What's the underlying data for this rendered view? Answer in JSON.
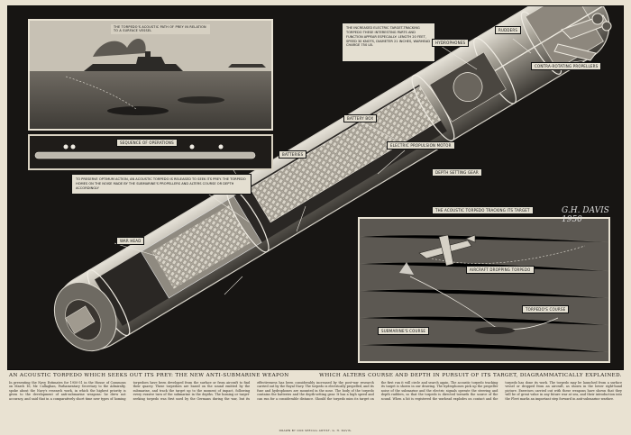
{
  "title_left": "AN ACOUSTIC TORPEDO WHICH SEEKS OUT ITS PREY: THE NEW ANTI-SUBMARINE WEAPON",
  "title_right": "WHICH ALTERS COURSE AND DEPTH IN PURSUIT OF ITS TARGET, DIAGRAMMATICALLY EXPLAINED.",
  "credit": "DRAWN BY OUR SPECIAL ARTIST, G. H. DAVIS.",
  "signature": "G.H. DAVIS 1950",
  "body_text": "In presenting the Navy Estimates for 1950-51 in the House of Commons on March 16, Mr. Callaghan, Parliamentary Secretary to the Admiralty, spoke about the Navy's research work, in which the highest priority is given to the development of anti-submarine weapons: he drew not accuracy, and said that in a comparatively short time new types of homing torpedoes have been developed from the surface or from aircraft to find their quarry. These torpedoes are based on the sound emitted by the submarine, and track the target up to the moment of impact, following every evasive turn of the submarine in the depths. The homing or target-seeking torpedo was first used by the Germans during the war, but its effectiveness has been considerably increased by the post-war research carried out by the Royal Navy. The torpedo is electrically propelled, and its fuse and hydrophones are mounted in the nose. The body of the torpedo contains the batteries and the depth-setting gear. It has a high speed and can run for a considerable distance. Should the torpedo miss its target on the first run it will circle and search again. The acoustic torpedo tracking its target is shown in our drawing. The hydrophones pick up the propeller noise of the submarine and the electric signals operate the steering and depth rudders, so that the torpedo is directed towards the source of the sound. When a hit is registered the warhead explodes on contact and the torpedo has done its work. The torpedo may be launched from a surface vessel or dropped from an aircraft, as shown in the lower right-hand picture. Exercises carried out with these weapons have shown that they will be of great value in any future war at sea, and their introduction into the Fleet marks an important step forward in anti-submarine warfare.",
  "labels": {
    "top_left_title": "THE TORPEDO'S ACOUSTIC PATH OF PREY IN RELATION TO A SURFACE VESSEL",
    "seq_title": "SEQUENCE OF OPERATIONS",
    "seq_text": "TO PRESERVE OPTIMUM ACTION, AN ACOUSTIC TORPEDO IS RELEASED TO SEEK ITS PREY. THE TORPEDO HOMES ON THE NOISE MADE BY THE SUBMARINE'S PROPELLERS AND ALTERS COURSE OR DEPTH ACCORDINGLY",
    "tracking_title": "THE ACOUSTIC TORPEDO TRACKING ITS TARGET",
    "top_box_text": "THE INCREASED ELECTRIC TARGET-TRACKING TORPEDO THESE INTERESTING PARTS AND FUNCTION APPEAR ESPECIALLY: LENGTH 20 FEET, SPEED 30 KNOTS, DIAMETER 21 INCHES, WARHEAD CHARGE 750 LB.",
    "battery_box": "BATTERY BOX",
    "war_head": "WAR HEAD",
    "batteries": "BATTERIES",
    "hydrophones": "HYDROPHONES",
    "motor": "ELECTRIC PROPULSION MOTOR",
    "rudders": "RUDDERS",
    "propellers": "CONTRA-ROTATING PROPELLERS",
    "depth_gear": "DEPTH SETTING GEAR",
    "aircraft_drop": "AIRCRAFT DROPPING TORPEDO",
    "sub_track": "SUBMARINE'S COURSE",
    "torp_track": "TORPEDO'S COURSE"
  }
}
